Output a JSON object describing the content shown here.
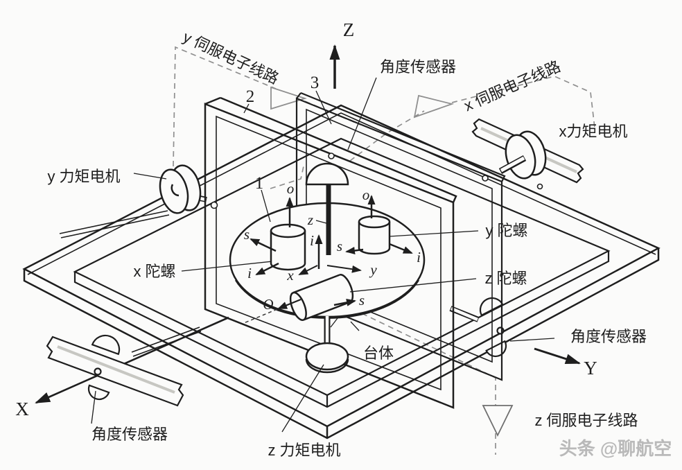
{
  "figure": {
    "axes": {
      "x": "X",
      "y": "Y",
      "z": "Z"
    },
    "callouts": {
      "y_servo": "y 伺服电子线路",
      "x_servo": "x 伺服电子线路",
      "z_servo": "z 伺服电子线路",
      "angle_sensor_top": "角度传感器",
      "angle_sensor_right": "角度传感器",
      "angle_sensor_bottom_left": "角度传感器",
      "x_torque_motor": "x力矩电机",
      "y_torque_motor": "y 力矩电机",
      "z_torque_motor": "z 力矩电机",
      "x_gyro": "x 陀螺",
      "y_gyro": "y 陀螺",
      "z_gyro": "z 陀螺",
      "platform_body": "台体"
    },
    "part_numbers": {
      "one": "1",
      "two": "2",
      "three": "3"
    },
    "gyro_marks": {
      "x_gyro_spin": "o",
      "x_gyro_s": "s",
      "x_gyro_i": "i",
      "y_gyro_spin": "o",
      "y_gyro_s": "s",
      "y_gyro_i": "i",
      "z_gyro_s": "s",
      "platform_x": "x",
      "platform_y": "y",
      "platform_z": "z",
      "platform_i": "i",
      "origin": "O"
    },
    "watermark": "头条 @聊航空",
    "colors": {
      "ink": "#1e1e1e",
      "dash_gray": "#8f8f8f",
      "paper": "#fbfbfa",
      "watermark": "#b9b9b9"
    }
  }
}
